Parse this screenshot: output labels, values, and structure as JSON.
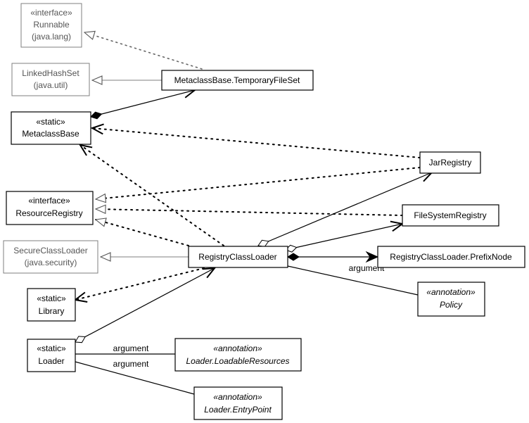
{
  "nodes": {
    "runnable": {
      "stereotype": "«interface»",
      "name": "Runnable",
      "package": "(java.lang)"
    },
    "linked_hash_set": {
      "name": "LinkedHashSet",
      "package": "(java.util)"
    },
    "temporary_file_set": {
      "name": "MetaclassBase.TemporaryFileSet"
    },
    "metaclass_base": {
      "stereotype": "«static»",
      "name": "MetaclassBase"
    },
    "jar_registry": {
      "name": "JarRegistry"
    },
    "resource_registry": {
      "stereotype": "«interface»",
      "name": "ResourceRegistry"
    },
    "file_system_registry": {
      "name": "FileSystemRegistry"
    },
    "secure_class_loader": {
      "name": "SecureClassLoader",
      "package": "(java.security)"
    },
    "registry_class_loader": {
      "name": "RegistryClassLoader"
    },
    "prefix_node": {
      "name": "RegistryClassLoader.PrefixNode"
    },
    "policy": {
      "stereotype": "«annotation»",
      "name": "Policy"
    },
    "library": {
      "stereotype": "«static»",
      "name": "Library"
    },
    "loader": {
      "stereotype": "«static»",
      "name": "Loader"
    },
    "loadable_resources": {
      "stereotype": "«annotation»",
      "name": "Loader.LoadableResources"
    },
    "entry_point": {
      "stereotype": "«annotation»",
      "name": "Loader.EntryPoint"
    }
  },
  "edges": {
    "rcl_policy_label": "argument",
    "loader_loadable_label": "argument",
    "loader_entry_label": "argument"
  }
}
